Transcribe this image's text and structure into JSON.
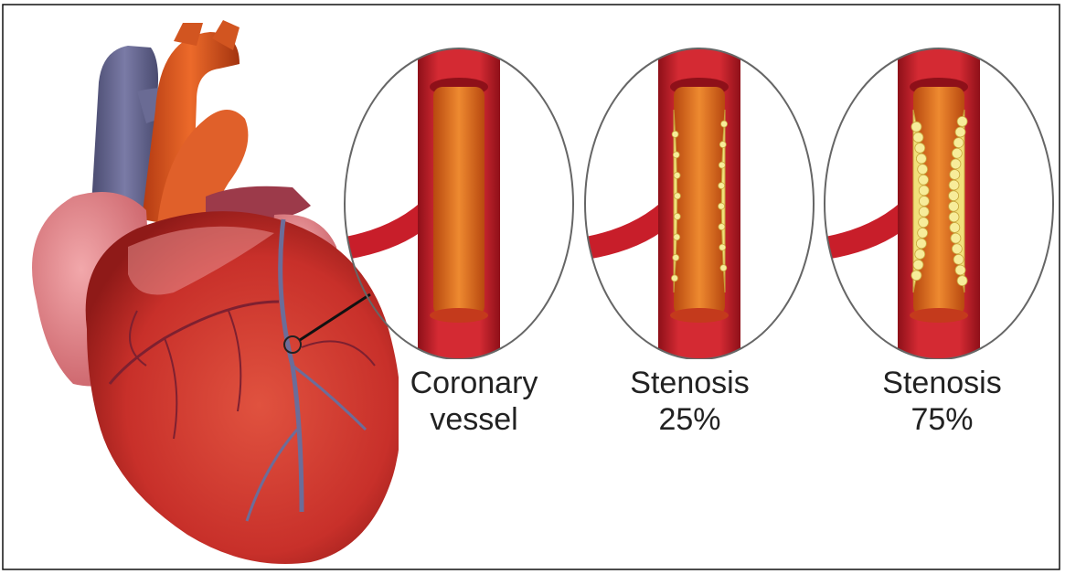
{
  "diagram": {
    "palette": {
      "artery": "#c81e2a",
      "artery_dark": "#8e1019",
      "lumen": "#d9601c",
      "plaque": "#f1e07a",
      "heart": "#d9433a",
      "heart_light": "#e98a8c",
      "vein": "#5e5f86"
    },
    "panels": [
      {
        "label_line1": "Coronary",
        "label_line2": "vessel",
        "stenosis_fraction": 0
      },
      {
        "label_line1": "Stenosis",
        "label_line2": "25%",
        "stenosis_fraction": 0.25
      },
      {
        "label_line1": "Stenosis",
        "label_line2": "75%",
        "stenosis_fraction": 0.75
      }
    ]
  }
}
